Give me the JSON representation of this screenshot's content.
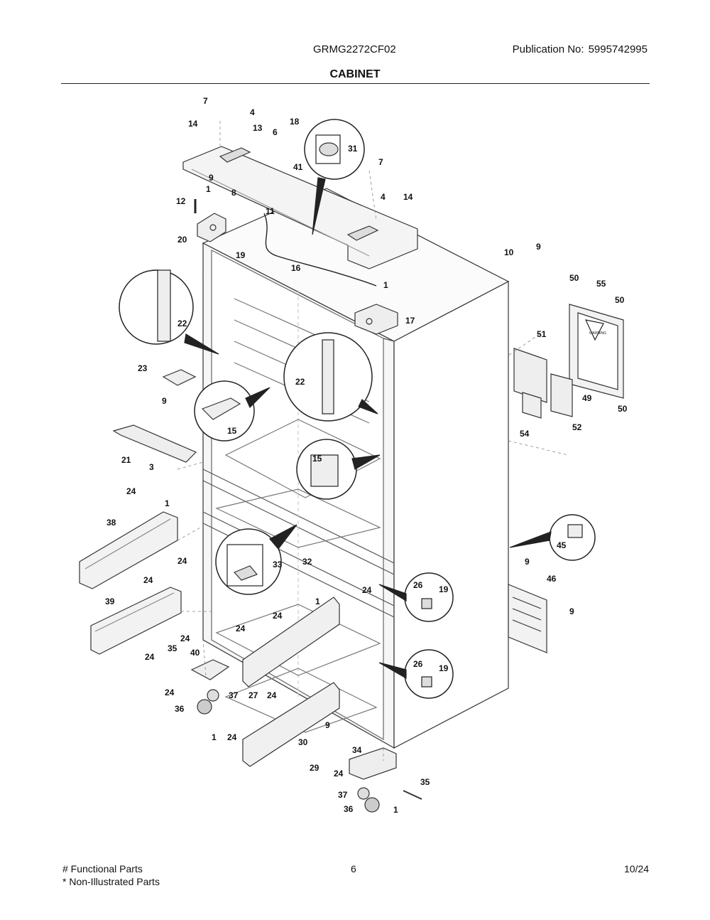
{
  "header": {
    "model": "GRMG2272CF02",
    "publication_label": "Publication No:",
    "publication_number": "5995742995",
    "section_title": "CABINET"
  },
  "footer": {
    "functional_note": "# Functional Parts",
    "non_illustrated_note": "* Non-Illustrated Parts",
    "page_number": "6",
    "date": "10/24"
  },
  "warning_label_text": "WARNING",
  "callouts": [
    {
      "id": "c7a",
      "label": "7"
    },
    {
      "id": "c4a",
      "label": "4"
    },
    {
      "id": "c14a",
      "label": "14"
    },
    {
      "id": "c13",
      "label": "13"
    },
    {
      "id": "c6",
      "label": "6"
    },
    {
      "id": "c18",
      "label": "18"
    },
    {
      "id": "c31",
      "label": "31"
    },
    {
      "id": "c7b",
      "label": "7"
    },
    {
      "id": "c41",
      "label": "41"
    },
    {
      "id": "c4b",
      "label": "4"
    },
    {
      "id": "c14b",
      "label": "14"
    },
    {
      "id": "c9a",
      "label": "9"
    },
    {
      "id": "c1a",
      "label": "1"
    },
    {
      "id": "c8",
      "label": "8"
    },
    {
      "id": "c12",
      "label": "12"
    },
    {
      "id": "c11",
      "label": "11"
    },
    {
      "id": "c20",
      "label": "20"
    },
    {
      "id": "c19a",
      "label": "19"
    },
    {
      "id": "c16",
      "label": "16"
    },
    {
      "id": "c10",
      "label": "10"
    },
    {
      "id": "c9b",
      "label": "9"
    },
    {
      "id": "c50a",
      "label": "50"
    },
    {
      "id": "c55",
      "label": "55"
    },
    {
      "id": "c50b",
      "label": "50"
    },
    {
      "id": "c1b",
      "label": "1"
    },
    {
      "id": "c17",
      "label": "17"
    },
    {
      "id": "c22a",
      "label": "22"
    },
    {
      "id": "c51",
      "label": "51"
    },
    {
      "id": "c23",
      "label": "23"
    },
    {
      "id": "c9c",
      "label": "9"
    },
    {
      "id": "c22b",
      "label": "22"
    },
    {
      "id": "c49",
      "label": "49"
    },
    {
      "id": "c50c",
      "label": "50"
    },
    {
      "id": "c15a",
      "label": "15"
    },
    {
      "id": "c54",
      "label": "54"
    },
    {
      "id": "c52",
      "label": "52"
    },
    {
      "id": "c21",
      "label": "21"
    },
    {
      "id": "c15b",
      "label": "15"
    },
    {
      "id": "c3",
      "label": "3"
    },
    {
      "id": "c24a",
      "label": "24"
    },
    {
      "id": "c1c",
      "label": "1"
    },
    {
      "id": "c38",
      "label": "38"
    },
    {
      "id": "c45",
      "label": "45"
    },
    {
      "id": "c24b",
      "label": "24"
    },
    {
      "id": "c33",
      "label": "33"
    },
    {
      "id": "c32",
      "label": "32"
    },
    {
      "id": "c9d",
      "label": "9"
    },
    {
      "id": "c24c",
      "label": "24"
    },
    {
      "id": "c24d",
      "label": "24"
    },
    {
      "id": "c46",
      "label": "46"
    },
    {
      "id": "c26a",
      "label": "26"
    },
    {
      "id": "c19b",
      "label": "19"
    },
    {
      "id": "c1d",
      "label": "1"
    },
    {
      "id": "c39",
      "label": "39"
    },
    {
      "id": "c24e",
      "label": "24"
    },
    {
      "id": "c9e",
      "label": "9"
    },
    {
      "id": "c24f",
      "label": "24"
    },
    {
      "id": "c24g",
      "label": "24"
    },
    {
      "id": "c35a",
      "label": "35"
    },
    {
      "id": "c24h",
      "label": "24"
    },
    {
      "id": "c40",
      "label": "40"
    },
    {
      "id": "c26b",
      "label": "26"
    },
    {
      "id": "c19c",
      "label": "19"
    },
    {
      "id": "c24i",
      "label": "24"
    },
    {
      "id": "c37a",
      "label": "37"
    },
    {
      "id": "c27",
      "label": "27"
    },
    {
      "id": "c24j",
      "label": "24"
    },
    {
      "id": "c36a",
      "label": "36"
    },
    {
      "id": "c9f",
      "label": "9"
    },
    {
      "id": "c1e",
      "label": "1"
    },
    {
      "id": "c24k",
      "label": "24"
    },
    {
      "id": "c30",
      "label": "30"
    },
    {
      "id": "c34",
      "label": "34"
    },
    {
      "id": "c29",
      "label": "29"
    },
    {
      "id": "c24l",
      "label": "24"
    },
    {
      "id": "c35b",
      "label": "35"
    },
    {
      "id": "c37b",
      "label": "37"
    },
    {
      "id": "c36b",
      "label": "36"
    },
    {
      "id": "c1f",
      "label": "1"
    }
  ]
}
